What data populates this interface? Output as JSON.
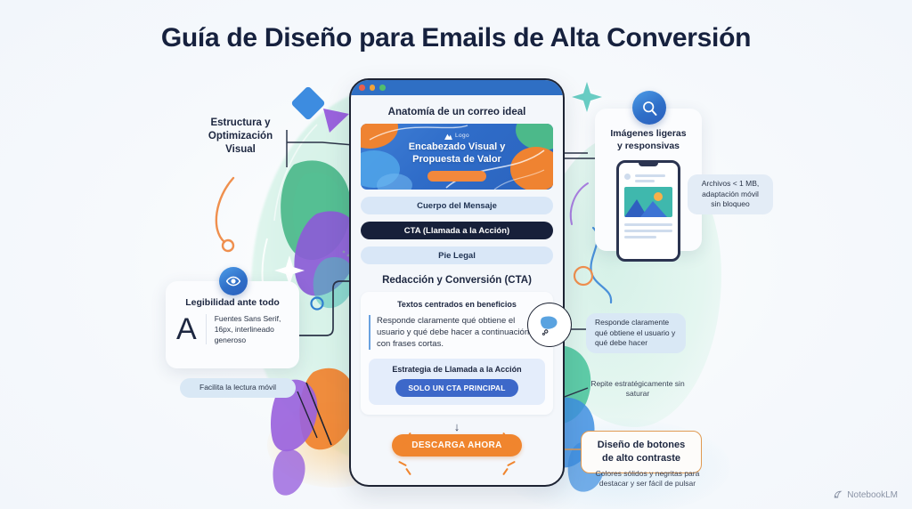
{
  "page": {
    "title": "Guía de Diseño para Emails de Alta Conversión",
    "watermark": "NotebookLM"
  },
  "mockup": {
    "section_anatomy_title": "Anatomía de un correo ideal",
    "banner": {
      "logo_label": "Logo",
      "heading_line1": "Encabezado Visual y",
      "heading_line2": "Propuesta de Valor"
    },
    "rows": [
      {
        "label": "Cuerpo del Mensaje",
        "style": "light"
      },
      {
        "label": "CTA (Llamada a la Acción)",
        "style": "dark"
      },
      {
        "label": "Pie Legal",
        "style": "light"
      }
    ],
    "section_copy_title": "Redacción y Conversión (CTA)",
    "copy_card": {
      "heading": "Textos centrados en beneficios",
      "quote": "Responde claramente qué obtiene el usuario y qué debe hacer a continuación con frases cortas."
    },
    "cta_strategy": {
      "heading": "Estrategia de Llamada a la Acción",
      "button_label": "SOLO UN CTA PRINCIPAL"
    },
    "download_button_label": "DESCARGA AHORA"
  },
  "callouts": {
    "structure_label": "Estructura y\nOptimización\nVisual",
    "legibility": {
      "icon": "eye-icon",
      "title": "Legibilidad ante todo",
      "big_letter": "A",
      "detail": "Fuentes Sans Serif, 16px, interlineado generoso",
      "caption": "Facilita la lectura móvil"
    },
    "images": {
      "icon": "magnifier-icon",
      "title_line1": "Imágenes ligeras",
      "title_line2": "y responsivas",
      "note": "Archivos < 1 MB, adaptación móvil sin bloqueo"
    },
    "copy_note": {
      "icon": "speech-bubble-icon",
      "note": "Responde claramente qué obtiene el usuario y qué debe hacer"
    },
    "repeat_note": "Repite estratégicamente sin saturar",
    "buttons": {
      "title_line1": "Diseño de botones",
      "title_line2": "de alto contraste",
      "caption_line1": "Colores sólidos y negritas para",
      "caption_line2": "destacar y ser fácil de pulsar"
    }
  },
  "colors": {
    "title": "#16213e",
    "accent_blue": "#2f6fc8",
    "accent_orange": "#f0852e",
    "cta_blue": "#3d68c9",
    "dark_row": "#17203a",
    "mint": "#d9f3ea"
  }
}
